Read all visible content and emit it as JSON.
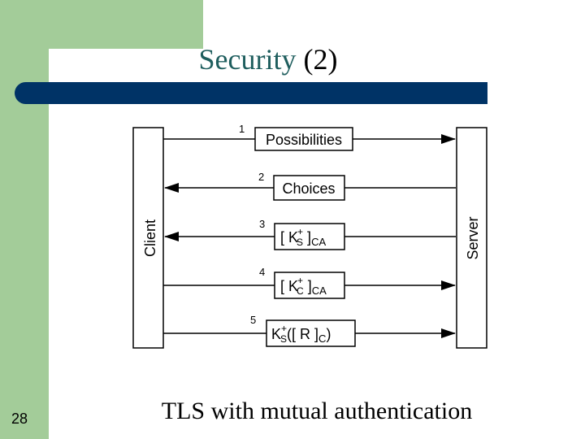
{
  "slide": {
    "title_main": "Security",
    "title_paren": "(2)",
    "page_number": "28",
    "caption": "TLS with mutual authentication"
  },
  "diagram": {
    "left_party": "Client",
    "right_party": "Server",
    "messages": [
      {
        "num": "1",
        "label": "Possibilities",
        "direction": "to-server"
      },
      {
        "num": "2",
        "label": "Choices",
        "direction": "to-client"
      },
      {
        "num": "3",
        "label": "[ K_S^+ ]_CA",
        "direction": "to-client"
      },
      {
        "num": "4",
        "label": "[ K_C^+ ]_CA",
        "direction": "to-server"
      },
      {
        "num": "5",
        "label": "K_S^+([ R ]_C)",
        "direction": "to-server"
      }
    ],
    "label_parts": {
      "open_bracket": "[ K",
      "plus": "+",
      "sub_s": "S",
      "sub_c": "C",
      "close_bracket": " ]",
      "ca": "CA",
      "k": "K",
      "open_r": "([ R ]",
      "close_paren": ")"
    }
  },
  "colors": {
    "green": "#a3cc99",
    "navy_bar": "#003366",
    "title_teal": "#1f5e5e"
  }
}
